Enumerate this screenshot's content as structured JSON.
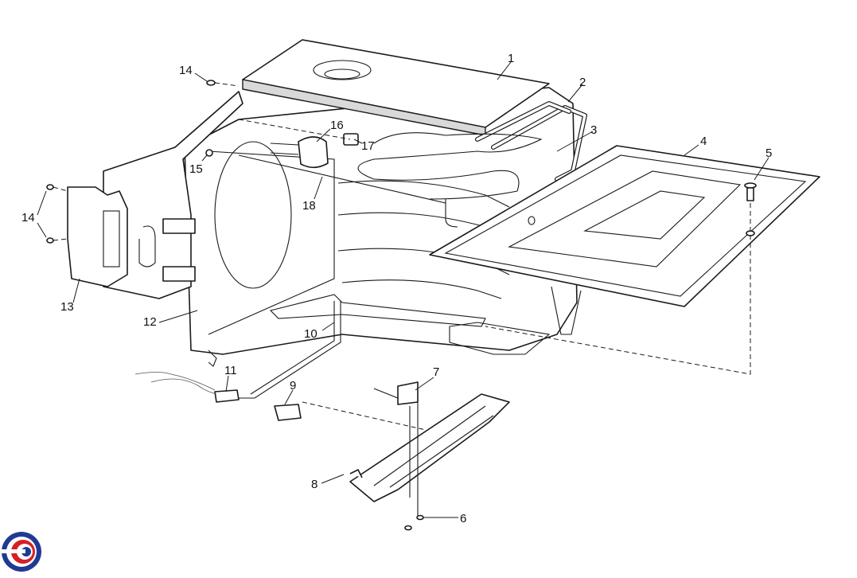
{
  "callouts": {
    "c1": "1",
    "c2": "2",
    "c3": "3",
    "c4": "4",
    "c5": "5",
    "c6": "6",
    "c7": "7",
    "c8": "8",
    "c9": "9",
    "c10": "10",
    "c11": "11",
    "c12": "12",
    "c13": "13",
    "c14a": "14",
    "c14b": "14",
    "c15": "15",
    "c16": "16",
    "c17": "17",
    "c18": "18"
  },
  "colors": {
    "line": "#1a1a1a",
    "insulation": "#d9d9d9",
    "logo_blue": "#1f3a93",
    "logo_red": "#d61f26"
  },
  "logo": {
    "icon": "brand-swirl-icon"
  }
}
